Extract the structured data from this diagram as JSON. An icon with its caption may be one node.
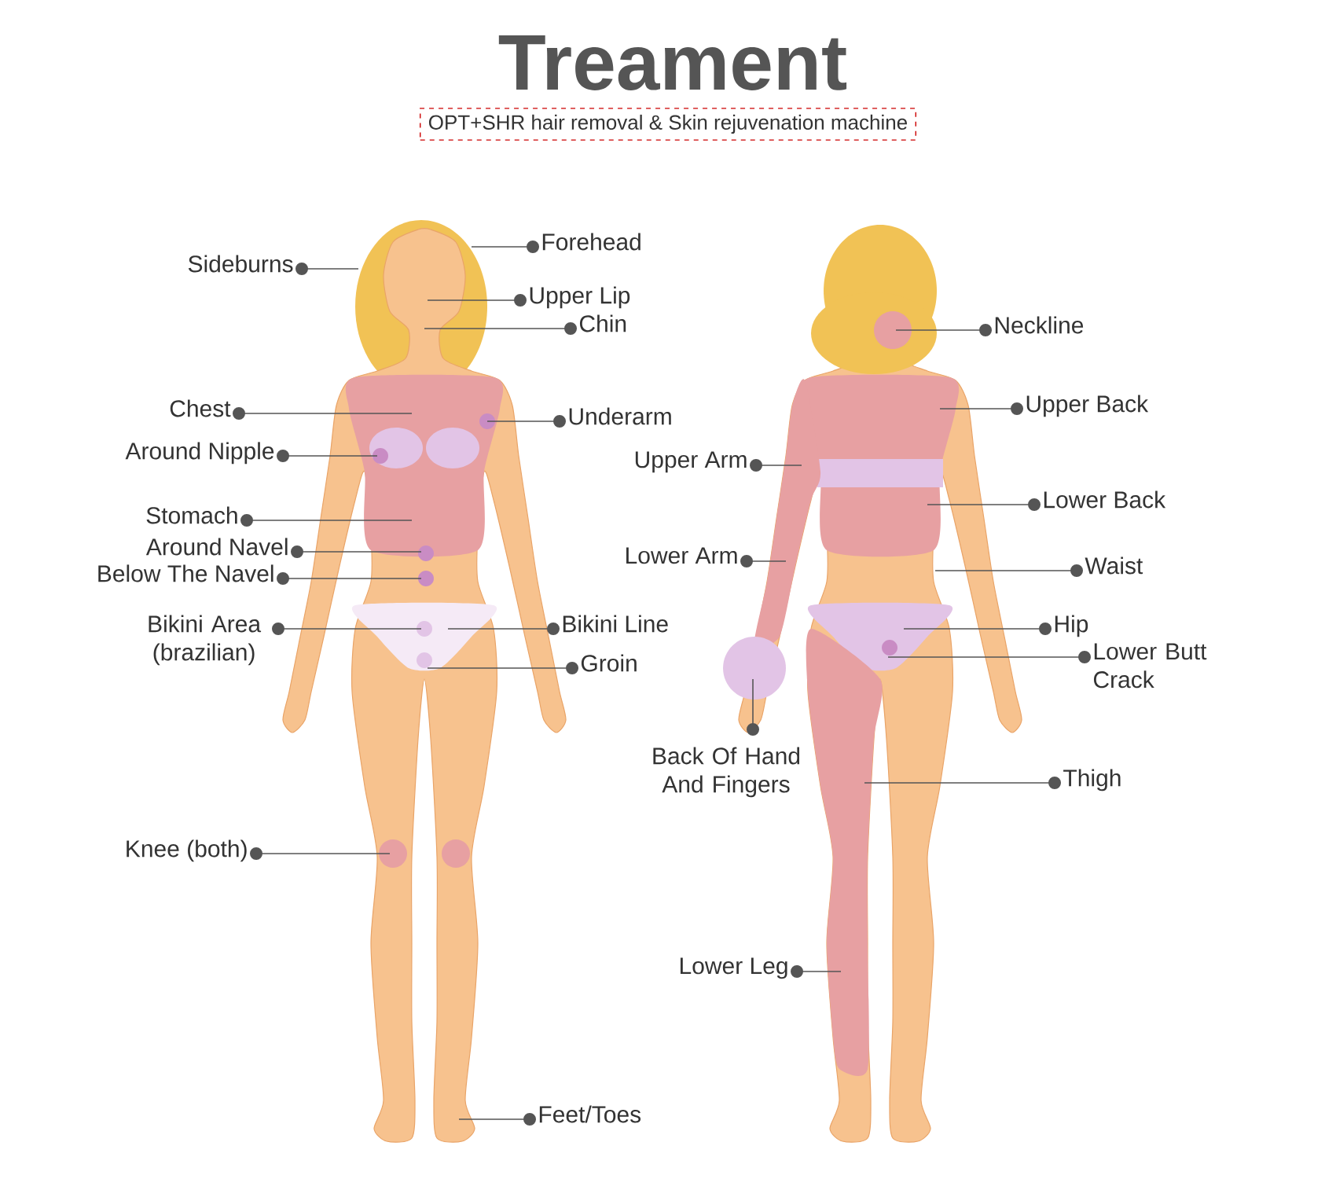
{
  "diagram": {
    "title": "Treament",
    "nodes": [
      {
        "text": [
          "OPT+SHR hair removal & Skin rejuvenation machine"
        ]
      },
      {
        "text": [
          "Sideburns"
        ]
      },
      {
        "text": [
          "Forehead"
        ]
      },
      {
        "text": [
          "Upper Lip"
        ]
      },
      {
        "text": [
          "Chin"
        ]
      },
      {
        "text": [
          "Neckline"
        ]
      },
      {
        "text": [
          "Upper Back"
        ]
      },
      {
        "text": [
          "Chest"
        ]
      },
      {
        "text": [
          "Underarm"
        ]
      },
      {
        "text": [
          "Around Nipple"
        ]
      },
      {
        "text": [
          "Upper Arm"
        ]
      },
      {
        "text": [
          "Lower Back"
        ]
      },
      {
        "text": [
          "Stomach"
        ]
      },
      {
        "text": [
          "Around Navel"
        ]
      },
      {
        "text": [
          "Lower Arm"
        ]
      },
      {
        "text": [
          "Waist"
        ]
      },
      {
        "text": [
          "Below The Navel"
        ]
      },
      {
        "text": [
          "Bikini Area (brazilian)"
        ]
      },
      {
        "text": [
          "Bikini Line"
        ]
      },
      {
        "text": [
          "Hip"
        ]
      },
      {
        "text": [
          "Lower Butt Crack"
        ]
      },
      {
        "text": [
          "Groin"
        ]
      },
      {
        "text": [
          "Back Of Hand And Fingers"
        ]
      },
      {
        "text": [
          "Thigh"
        ]
      },
      {
        "text": [
          "Knee (both)"
        ]
      },
      {
        "text": [
          "Lower Leg"
        ]
      },
      {
        "text": [
          "Feet/Toes"
        ]
      }
    ],
    "edges": [
      {
        "from": 1,
        "to": null,
        "arrow": "other"
      },
      {
        "from": 2,
        "to": null,
        "arrow": "other"
      },
      {
        "from": 3,
        "to": null,
        "arrow": "other"
      },
      {
        "from": 4,
        "to": null,
        "arrow": "other"
      },
      {
        "from": 5,
        "to": null,
        "arrow": "other"
      },
      {
        "from": 6,
        "to": null,
        "arrow": "other"
      },
      {
        "from": 7,
        "to": null,
        "arrow": "other"
      },
      {
        "from": 8,
        "to": null,
        "arrow": "other"
      },
      {
        "from": 9,
        "to": null,
        "arrow": "other"
      },
      {
        "from": 10,
        "to": null,
        "arrow": "other"
      },
      {
        "from": 11,
        "to": null,
        "arrow": "other"
      },
      {
        "from": 12,
        "to": null,
        "arrow": "other"
      },
      {
        "from": 13,
        "to": null,
        "arrow": "other"
      },
      {
        "from": 14,
        "to": null,
        "arrow": "other"
      },
      {
        "from": 15,
        "to": null,
        "arrow": "other"
      },
      {
        "from": 16,
        "to": null,
        "arrow": "other"
      },
      {
        "from": 17,
        "to": null,
        "arrow": "other"
      },
      {
        "from": 18,
        "to": null,
        "arrow": "other"
      },
      {
        "from": 19,
        "to": null,
        "arrow": "other"
      },
      {
        "from": 20,
        "to": null,
        "arrow": "other"
      },
      {
        "from": 21,
        "to": null,
        "arrow": "other"
      },
      {
        "from": 22,
        "to": null,
        "arrow": "other"
      },
      {
        "from": 23,
        "to": null,
        "arrow": "other"
      },
      {
        "from": 24,
        "to": null,
        "arrow": "other"
      },
      {
        "from": 25,
        "to": null,
        "arrow": "other"
      },
      {
        "from": 26,
        "to": null,
        "arrow": "other"
      }
    ]
  }
}
